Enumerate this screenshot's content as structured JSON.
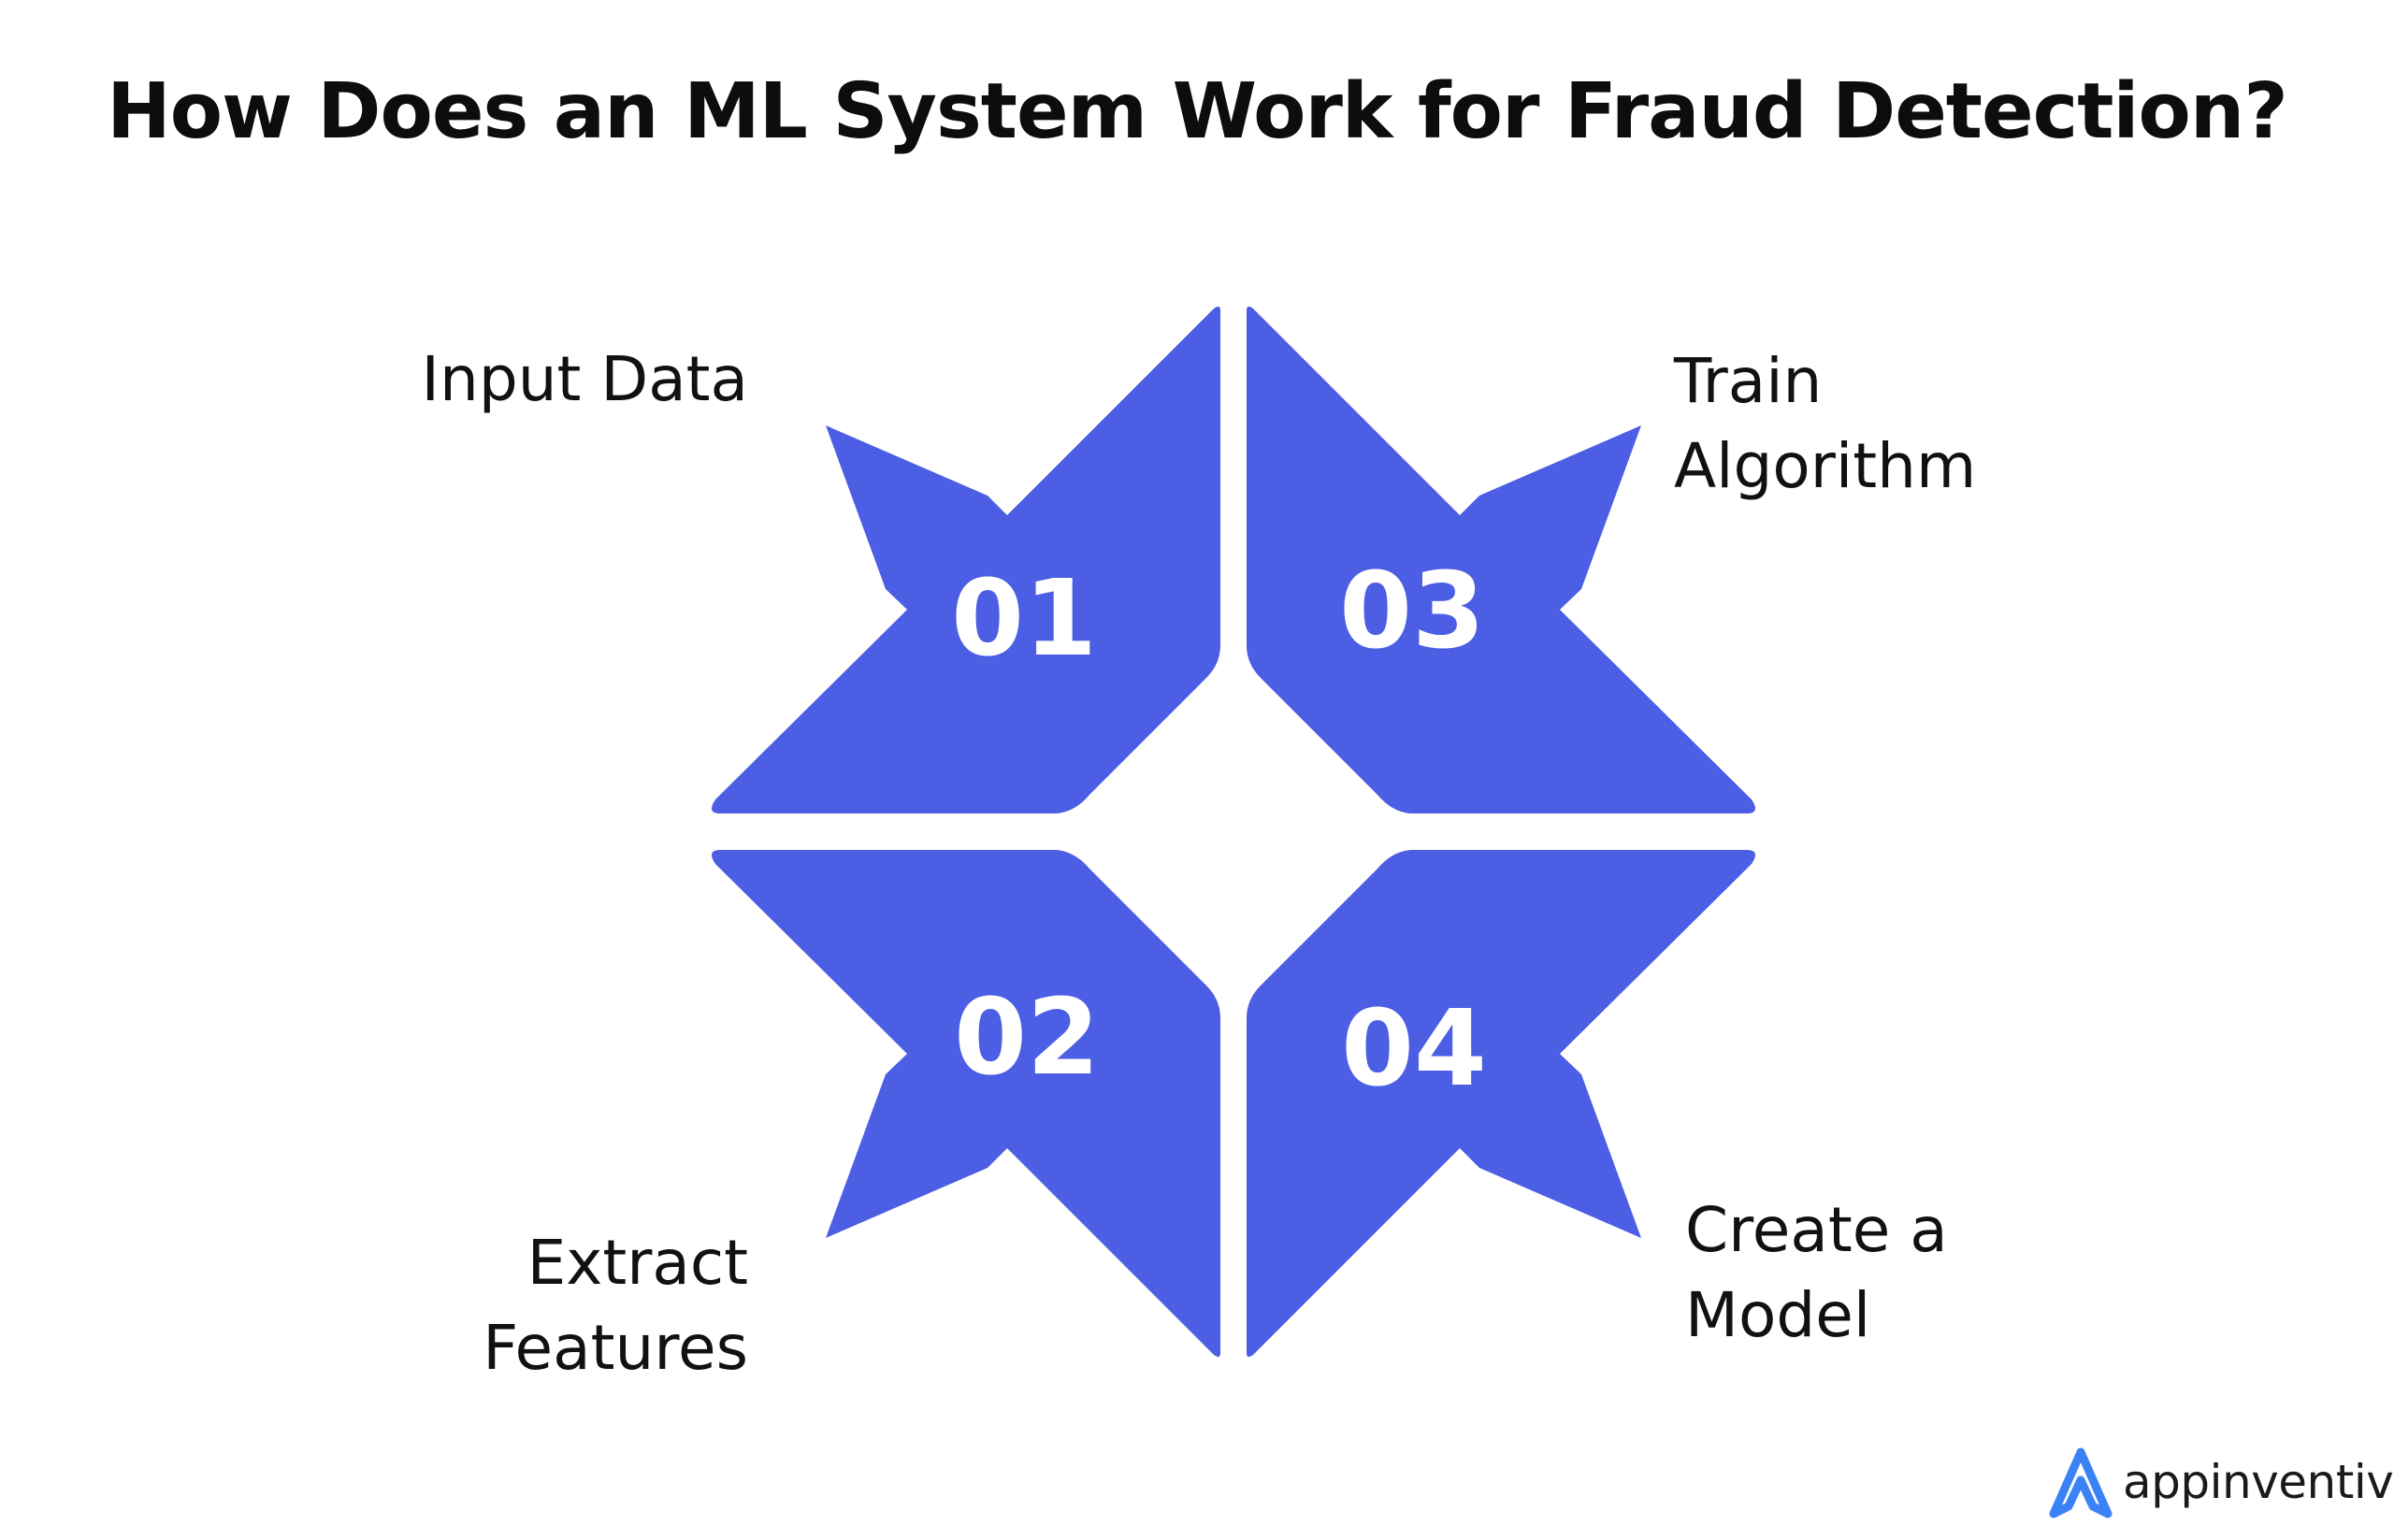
{
  "title": "How Does an ML System Work for Fraud Detection?",
  "colors": {
    "accent": "#4b5ee4",
    "background": "#ffffff",
    "text": "#111111",
    "brand_icon": "#3b82f6"
  },
  "steps": [
    {
      "number": "01",
      "label_lines": [
        "Input Data"
      ]
    },
    {
      "number": "02",
      "label_lines": [
        "Extract",
        "Features"
      ]
    },
    {
      "number": "03",
      "label_lines": [
        "Train",
        "Algorithm"
      ]
    },
    {
      "number": "04",
      "label_lines": [
        "Create a",
        "Model"
      ]
    }
  ],
  "brand": {
    "name": "appinventiv",
    "icon": "appinventiv-logo-icon"
  }
}
